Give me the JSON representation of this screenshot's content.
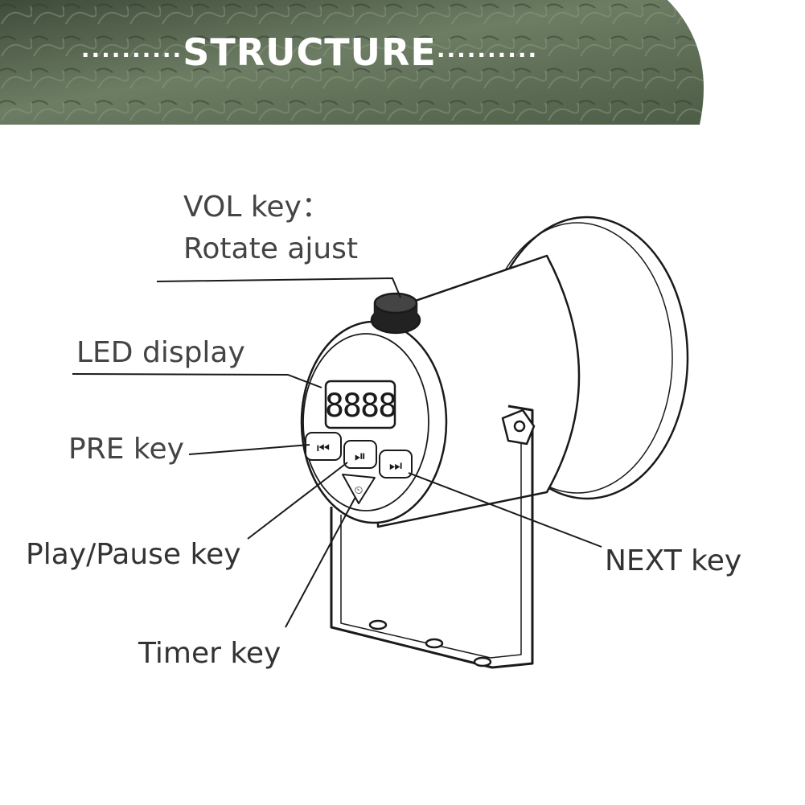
{
  "banner": {
    "title": "STRUCTURE",
    "dots": "··········"
  },
  "device": {
    "display_digits": "8888",
    "pre_key_glyph": "⏮",
    "play_key_glyph": "⏯",
    "next_key_glyph": "⏭",
    "timer_key_glyph": "⏲"
  },
  "labels": {
    "vol_key_line1": "VOL key：",
    "vol_key_line2": "Rotate ajust",
    "led_display": "LED display",
    "pre_key": "PRE key",
    "play_pause_key": "Play/Pause key",
    "next_key": "NEXT key",
    "timer_key": "Timer key"
  },
  "colors": {
    "banner_green": "#5a6b52",
    "label_text": "#444444",
    "line": "#1a1a1a"
  }
}
